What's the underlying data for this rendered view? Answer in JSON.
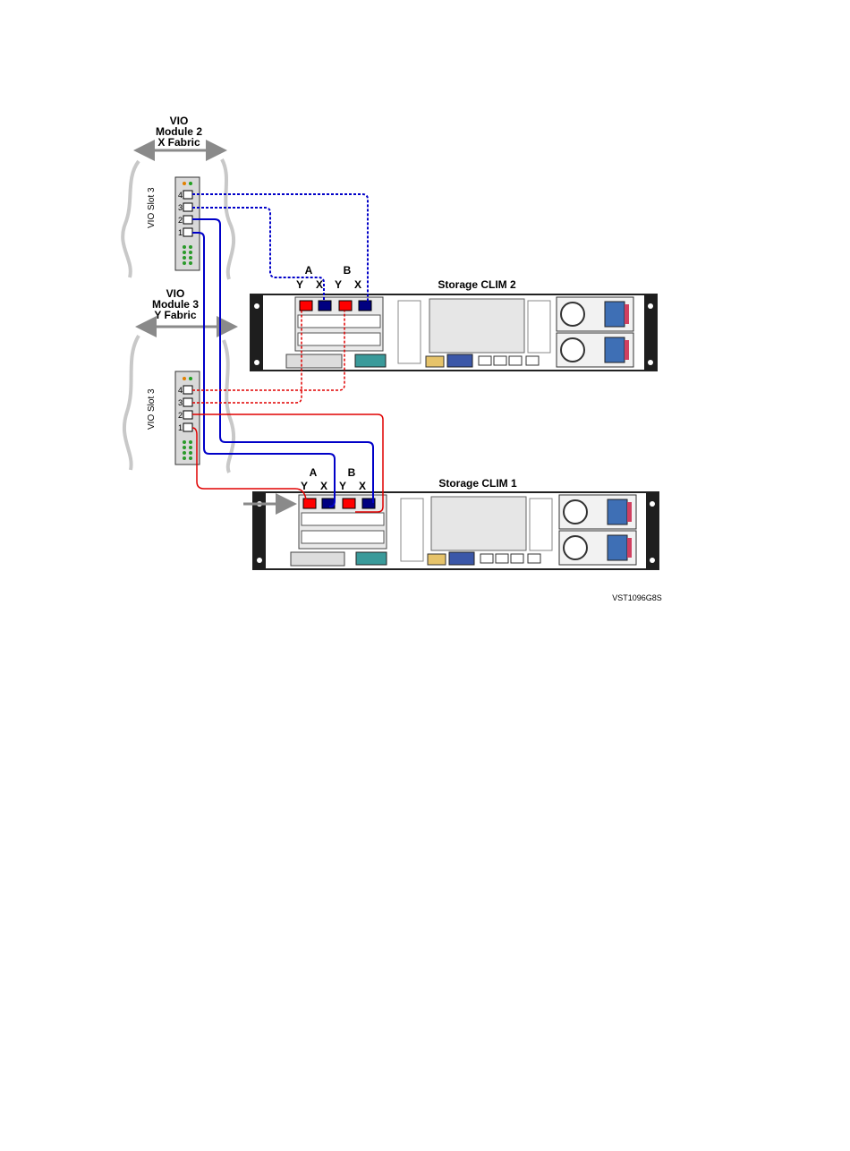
{
  "vio_module_2": {
    "line1": "VIO",
    "line2": "Module 2",
    "line3": "X Fabric"
  },
  "vio_module_3": {
    "line1": "VIO",
    "line2": "Module 3",
    "line3": "Y Fabric"
  },
  "vio_slot_label": "VIO Slot 3",
  "port_numbers": [
    "4",
    "3",
    "2",
    "1"
  ],
  "clim2": {
    "title": "Storage CLIM 2",
    "group_a": "A",
    "group_b": "B",
    "port_y": "Y",
    "port_x": "X"
  },
  "clim1": {
    "title": "Storage CLIM 1",
    "group_a": "A",
    "group_b": "B",
    "port_y": "Y",
    "port_x": "X"
  },
  "figure_id": "VST1096G8S",
  "colors": {
    "x_fabric": "#0000c8",
    "y_fabric": "#e00000",
    "chassis": "#222222",
    "gray_arrow": "#8a8a8a"
  }
}
